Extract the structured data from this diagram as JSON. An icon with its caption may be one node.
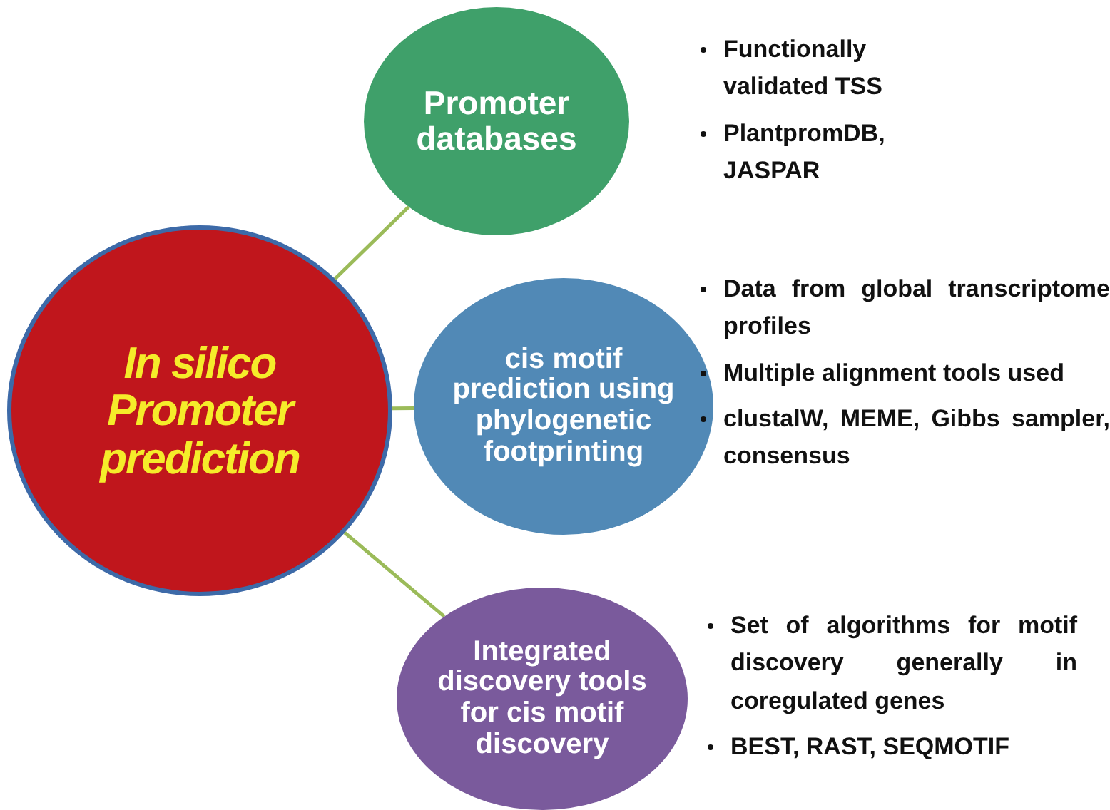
{
  "diagram": {
    "nodes": [
      {
        "text": [
          "In silico Promoter prediction"
        ]
      },
      {
        "text": [
          "Promoter databases"
        ],
        "beside": [
          "Functionally validated TSS",
          "PlantpromDB, JASPAR"
        ]
      },
      {
        "text": [
          "cis motif prediction using phylogenetic footprinting"
        ],
        "beside": [
          "Data from global transcriptome profiles",
          "Multiple alignment tools used",
          "clustalW, MEME, Gibbs sampler, consensus"
        ]
      },
      {
        "text": [
          "Integrated discovery tools for cis motif discovery"
        ],
        "beside": [
          "Set of algorithms for motif discovery generally in coregulated genes",
          "BEST, RAST, SEQMOTIF"
        ]
      }
    ],
    "edges": [
      {
        "from": 0,
        "to": 1,
        "arrow": "none"
      },
      {
        "from": 0,
        "to": 2,
        "arrow": "none"
      },
      {
        "from": 0,
        "to": 3,
        "arrow": "none"
      }
    ]
  }
}
